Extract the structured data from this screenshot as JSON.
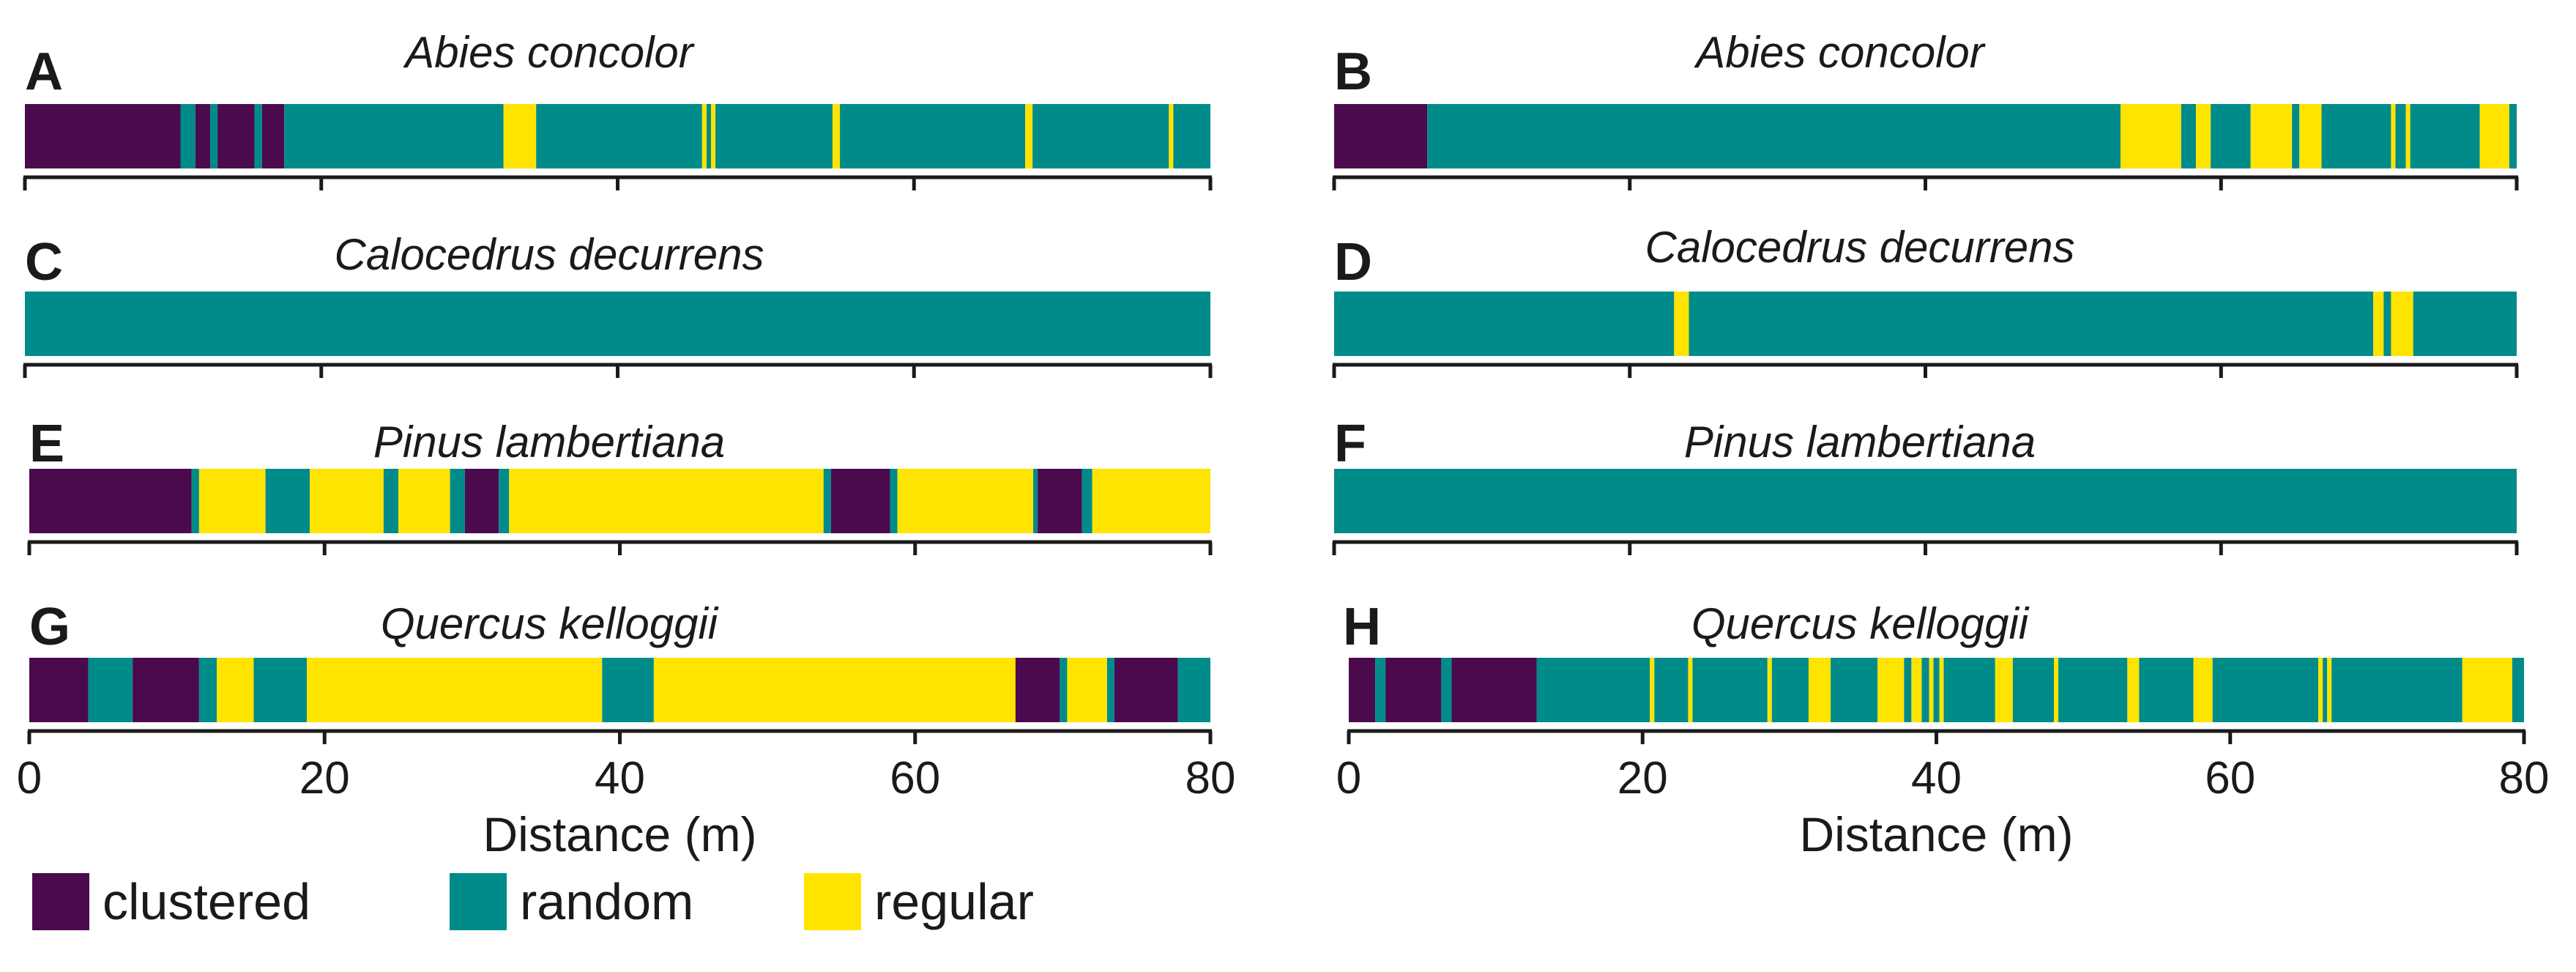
{
  "colors": {
    "clustered": "#4b0a4d",
    "random": "#008b8b",
    "regular": "#ffe400",
    "axis": "#1a1a1a"
  },
  "legend": [
    {
      "key": "clustered",
      "label": "clustered"
    },
    {
      "key": "random",
      "label": "random"
    },
    {
      "key": "regular",
      "label": "regular"
    }
  ],
  "chart_data": [
    {
      "type": "bar",
      "panel": "A",
      "title": "Abies concolor",
      "xlim": [
        0,
        80
      ],
      "segments": [
        {
          "start": 0,
          "end": 10.5,
          "pattern": "clustered"
        },
        {
          "start": 10.5,
          "end": 11.5,
          "pattern": "random"
        },
        {
          "start": 11.5,
          "end": 12.5,
          "pattern": "clustered"
        },
        {
          "start": 12.5,
          "end": 13,
          "pattern": "random"
        },
        {
          "start": 13,
          "end": 15.5,
          "pattern": "clustered"
        },
        {
          "start": 15.5,
          "end": 16,
          "pattern": "random"
        },
        {
          "start": 16,
          "end": 17.5,
          "pattern": "clustered"
        },
        {
          "start": 17.5,
          "end": 32.3,
          "pattern": "random"
        },
        {
          "start": 32.3,
          "end": 34.5,
          "pattern": "regular"
        },
        {
          "start": 34.5,
          "end": 45.7,
          "pattern": "random"
        },
        {
          "start": 45.7,
          "end": 46,
          "pattern": "regular"
        },
        {
          "start": 46,
          "end": 46.3,
          "pattern": "random"
        },
        {
          "start": 46.3,
          "end": 46.6,
          "pattern": "regular"
        },
        {
          "start": 46.6,
          "end": 54.5,
          "pattern": "random"
        },
        {
          "start": 54.5,
          "end": 55,
          "pattern": "regular"
        },
        {
          "start": 55,
          "end": 67.5,
          "pattern": "random"
        },
        {
          "start": 67.5,
          "end": 68,
          "pattern": "regular"
        },
        {
          "start": 68,
          "end": 77.2,
          "pattern": "random"
        },
        {
          "start": 77.2,
          "end": 77.5,
          "pattern": "regular"
        },
        {
          "start": 77.5,
          "end": 80,
          "pattern": "random"
        }
      ]
    },
    {
      "type": "bar",
      "panel": "B",
      "title": "Abies concolor",
      "xlim": [
        0,
        80
      ],
      "segments": [
        {
          "start": 0,
          "end": 6.3,
          "pattern": "clustered"
        },
        {
          "start": 6.3,
          "end": 53.2,
          "pattern": "random"
        },
        {
          "start": 53.2,
          "end": 57.3,
          "pattern": "regular"
        },
        {
          "start": 57.3,
          "end": 58.3,
          "pattern": "random"
        },
        {
          "start": 58.3,
          "end": 59.3,
          "pattern": "regular"
        },
        {
          "start": 59.3,
          "end": 62,
          "pattern": "random"
        },
        {
          "start": 62,
          "end": 64.8,
          "pattern": "regular"
        },
        {
          "start": 64.8,
          "end": 65.3,
          "pattern": "random"
        },
        {
          "start": 65.3,
          "end": 66.8,
          "pattern": "regular"
        },
        {
          "start": 66.8,
          "end": 71.5,
          "pattern": "random"
        },
        {
          "start": 71.5,
          "end": 71.8,
          "pattern": "regular"
        },
        {
          "start": 71.8,
          "end": 72.5,
          "pattern": "random"
        },
        {
          "start": 72.5,
          "end": 72.8,
          "pattern": "regular"
        },
        {
          "start": 72.8,
          "end": 77.5,
          "pattern": "random"
        },
        {
          "start": 77.5,
          "end": 79.5,
          "pattern": "regular"
        },
        {
          "start": 79.5,
          "end": 80,
          "pattern": "random"
        }
      ]
    },
    {
      "type": "bar",
      "panel": "C",
      "title": "Calocedrus decurrens",
      "xlim": [
        0,
        80
      ],
      "segments": [
        {
          "start": 0,
          "end": 80,
          "pattern": "random"
        }
      ]
    },
    {
      "type": "bar",
      "panel": "D",
      "title": "Calocedrus decurrens",
      "xlim": [
        0,
        80
      ],
      "segments": [
        {
          "start": 0,
          "end": 23,
          "pattern": "random"
        },
        {
          "start": 23,
          "end": 24,
          "pattern": "regular"
        },
        {
          "start": 24,
          "end": 70.3,
          "pattern": "random"
        },
        {
          "start": 70.3,
          "end": 71,
          "pattern": "regular"
        },
        {
          "start": 71,
          "end": 71.5,
          "pattern": "random"
        },
        {
          "start": 71.5,
          "end": 73,
          "pattern": "regular"
        },
        {
          "start": 73,
          "end": 80,
          "pattern": "random"
        }
      ]
    },
    {
      "type": "bar",
      "panel": "E",
      "title": "Pinus lambertiana",
      "xlim": [
        0,
        80
      ],
      "segments": [
        {
          "start": 0,
          "end": 11,
          "pattern": "clustered"
        },
        {
          "start": 11,
          "end": 11.5,
          "pattern": "random"
        },
        {
          "start": 11.5,
          "end": 16,
          "pattern": "regular"
        },
        {
          "start": 16,
          "end": 19,
          "pattern": "random"
        },
        {
          "start": 19,
          "end": 24,
          "pattern": "regular"
        },
        {
          "start": 24,
          "end": 25,
          "pattern": "random"
        },
        {
          "start": 25,
          "end": 28.5,
          "pattern": "regular"
        },
        {
          "start": 28.5,
          "end": 29.5,
          "pattern": "random"
        },
        {
          "start": 29.5,
          "end": 31.8,
          "pattern": "clustered"
        },
        {
          "start": 31.8,
          "end": 32.5,
          "pattern": "random"
        },
        {
          "start": 32.5,
          "end": 53.8,
          "pattern": "regular"
        },
        {
          "start": 53.8,
          "end": 54.3,
          "pattern": "random"
        },
        {
          "start": 54.3,
          "end": 58.3,
          "pattern": "clustered"
        },
        {
          "start": 58.3,
          "end": 58.8,
          "pattern": "random"
        },
        {
          "start": 58.8,
          "end": 68,
          "pattern": "regular"
        },
        {
          "start": 68,
          "end": 68.3,
          "pattern": "random"
        },
        {
          "start": 68.3,
          "end": 71.3,
          "pattern": "clustered"
        },
        {
          "start": 71.3,
          "end": 72,
          "pattern": "random"
        },
        {
          "start": 72,
          "end": 80,
          "pattern": "regular"
        }
      ]
    },
    {
      "type": "bar",
      "panel": "F",
      "title": "Pinus lambertiana",
      "xlim": [
        0,
        80
      ],
      "segments": [
        {
          "start": 0,
          "end": 80,
          "pattern": "random"
        }
      ]
    },
    {
      "type": "bar",
      "panel": "G",
      "title": "Quercus kelloggii",
      "xlim": [
        0,
        80
      ],
      "xticks": [
        "0",
        "20",
        "40",
        "60",
        "80"
      ],
      "xlabel": "Distance (m)",
      "segments": [
        {
          "start": 0,
          "end": 4,
          "pattern": "clustered"
        },
        {
          "start": 4,
          "end": 7,
          "pattern": "random"
        },
        {
          "start": 7,
          "end": 11.5,
          "pattern": "clustered"
        },
        {
          "start": 11.5,
          "end": 12.7,
          "pattern": "random"
        },
        {
          "start": 12.7,
          "end": 15.2,
          "pattern": "regular"
        },
        {
          "start": 15.2,
          "end": 18.8,
          "pattern": "random"
        },
        {
          "start": 18.8,
          "end": 38.8,
          "pattern": "regular"
        },
        {
          "start": 38.8,
          "end": 42.3,
          "pattern": "random"
        },
        {
          "start": 42.3,
          "end": 66.8,
          "pattern": "regular"
        },
        {
          "start": 66.8,
          "end": 69.8,
          "pattern": "clustered"
        },
        {
          "start": 69.8,
          "end": 70.3,
          "pattern": "random"
        },
        {
          "start": 70.3,
          "end": 73,
          "pattern": "regular"
        },
        {
          "start": 73,
          "end": 73.5,
          "pattern": "random"
        },
        {
          "start": 73.5,
          "end": 77.8,
          "pattern": "clustered"
        },
        {
          "start": 77.8,
          "end": 80,
          "pattern": "random"
        }
      ]
    },
    {
      "type": "bar",
      "panel": "H",
      "title": "Quercus kelloggii",
      "xlim": [
        0,
        80
      ],
      "xticks": [
        "0",
        "20",
        "40",
        "60",
        "80"
      ],
      "xlabel": "Distance (m)",
      "segments": [
        {
          "start": 0,
          "end": 1.8,
          "pattern": "clustered"
        },
        {
          "start": 1.8,
          "end": 2.5,
          "pattern": "random"
        },
        {
          "start": 2.5,
          "end": 6.3,
          "pattern": "clustered"
        },
        {
          "start": 6.3,
          "end": 7,
          "pattern": "random"
        },
        {
          "start": 7,
          "end": 12.8,
          "pattern": "clustered"
        },
        {
          "start": 12.8,
          "end": 20.5,
          "pattern": "random"
        },
        {
          "start": 20.5,
          "end": 20.8,
          "pattern": "regular"
        },
        {
          "start": 20.8,
          "end": 23.1,
          "pattern": "random"
        },
        {
          "start": 23.1,
          "end": 23.4,
          "pattern": "regular"
        },
        {
          "start": 23.4,
          "end": 28.5,
          "pattern": "random"
        },
        {
          "start": 28.5,
          "end": 28.8,
          "pattern": "regular"
        },
        {
          "start": 28.8,
          "end": 31.3,
          "pattern": "random"
        },
        {
          "start": 31.3,
          "end": 32.8,
          "pattern": "regular"
        },
        {
          "start": 32.8,
          "end": 36,
          "pattern": "random"
        },
        {
          "start": 36,
          "end": 37.8,
          "pattern": "regular"
        },
        {
          "start": 37.8,
          "end": 38.3,
          "pattern": "random"
        },
        {
          "start": 38.3,
          "end": 39,
          "pattern": "regular"
        },
        {
          "start": 39,
          "end": 39.5,
          "pattern": "random"
        },
        {
          "start": 39.5,
          "end": 39.8,
          "pattern": "regular"
        },
        {
          "start": 39.8,
          "end": 40.2,
          "pattern": "random"
        },
        {
          "start": 40.2,
          "end": 40.5,
          "pattern": "regular"
        },
        {
          "start": 40.5,
          "end": 44,
          "pattern": "random"
        },
        {
          "start": 44,
          "end": 45.2,
          "pattern": "regular"
        },
        {
          "start": 45.2,
          "end": 48,
          "pattern": "random"
        },
        {
          "start": 48,
          "end": 48.3,
          "pattern": "regular"
        },
        {
          "start": 48.3,
          "end": 53,
          "pattern": "random"
        },
        {
          "start": 53,
          "end": 53.8,
          "pattern": "regular"
        },
        {
          "start": 53.8,
          "end": 57.5,
          "pattern": "random"
        },
        {
          "start": 57.5,
          "end": 58.8,
          "pattern": "regular"
        },
        {
          "start": 58.8,
          "end": 66,
          "pattern": "random"
        },
        {
          "start": 66,
          "end": 66.3,
          "pattern": "regular"
        },
        {
          "start": 66.3,
          "end": 66.6,
          "pattern": "random"
        },
        {
          "start": 66.6,
          "end": 66.9,
          "pattern": "regular"
        },
        {
          "start": 66.9,
          "end": 75.8,
          "pattern": "random"
        },
        {
          "start": 75.8,
          "end": 79.2,
          "pattern": "regular"
        },
        {
          "start": 79.2,
          "end": 80,
          "pattern": "random"
        }
      ]
    }
  ]
}
